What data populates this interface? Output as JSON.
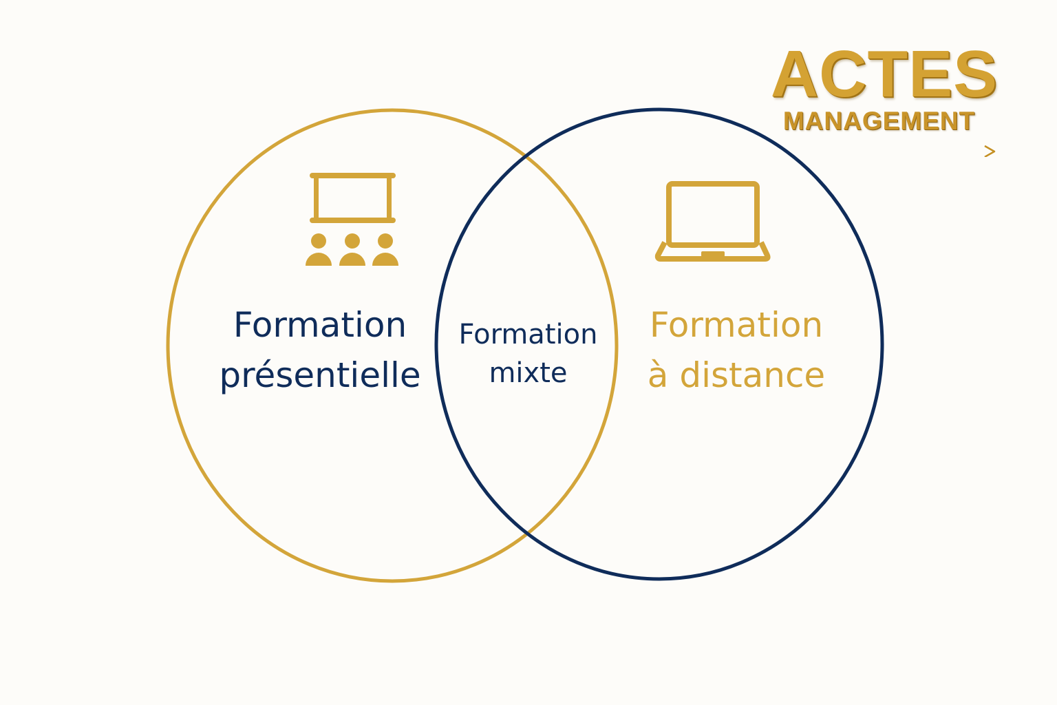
{
  "colors": {
    "background": "#fdfcf9",
    "gold": "#d3a53a",
    "navy": "#0f2c5a"
  },
  "logo": {
    "title": "ACTES",
    "subtitle": "MANAGEMENT",
    "arrow_icon": "right-arrow-icon"
  },
  "venn": {
    "left_set": {
      "label_line1": "Formation",
      "label_line2": "présentielle",
      "icon": "classroom-presentation-icon",
      "stroke": "#d3a53a",
      "text_color": "#0f2c5a"
    },
    "intersection": {
      "label_line1": "Formation",
      "label_line2": "mixte",
      "text_color": "#0f2c5a"
    },
    "right_set": {
      "label_line1": "Formation",
      "label_line2": "à distance",
      "icon": "laptop-icon",
      "stroke": "#0f2c5a",
      "text_color": "#d3a53a"
    }
  }
}
